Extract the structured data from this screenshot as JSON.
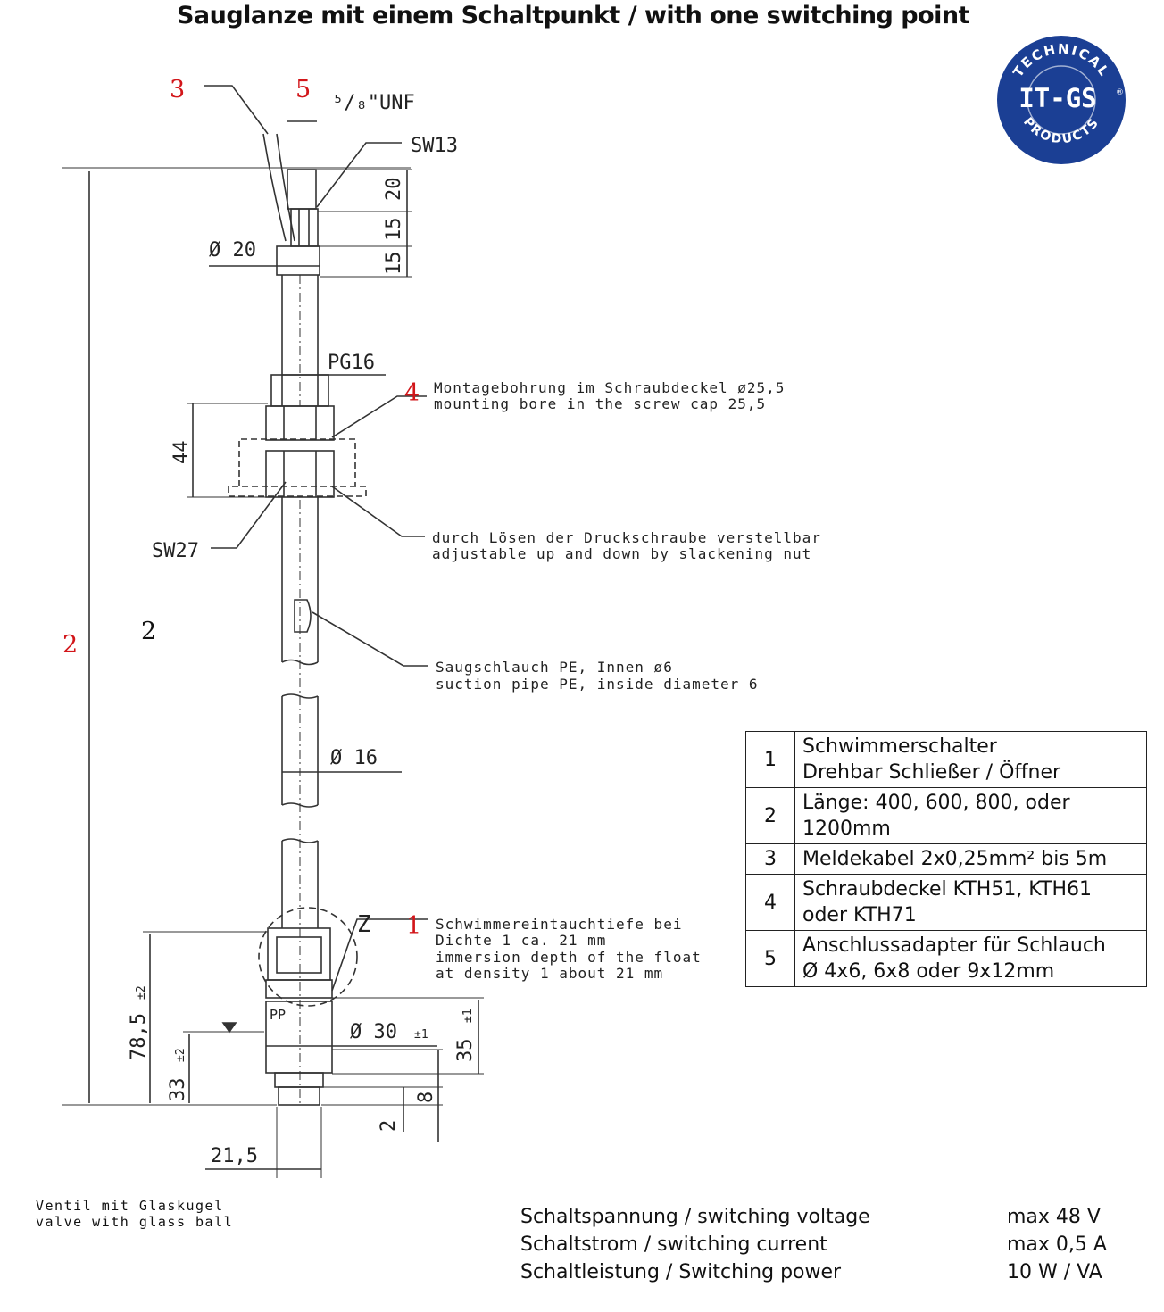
{
  "title": "Sauglanze mit einem Schaltpunkt / with one switching point",
  "logo": {
    "top_text": "TECHNICAL",
    "main_text": "IT-GS",
    "registered": "®",
    "bottom_text": "PRODUCTS",
    "color": "#1b3f94"
  },
  "callouts": {
    "c3": "3",
    "c5": "5",
    "c4": "4",
    "c2_red": "2",
    "c2_black": "2",
    "c1": "1"
  },
  "dimensions": {
    "unf": "⁵/₈\"UNF",
    "sw13": "SW13",
    "d20": "Ø 20",
    "v20": "20",
    "v15a": "15",
    "v15b": "15",
    "pg16": "PG16",
    "h44": "44",
    "sw27": "SW27",
    "d16": "Ø 16",
    "z": "Z",
    "pp": "PP",
    "d30": "Ø 30",
    "tol_d30": "±1",
    "v35": "35",
    "tol_35": "±1",
    "v785": "78,5",
    "tol_785": "±2",
    "v33": "33",
    "tol_33": "±2",
    "v8": "8",
    "v2": "2",
    "w215": "21,5"
  },
  "notes": {
    "montage_de": "Montagebohrung im Schraubdeckel ø25,5",
    "montage_en": "mounting bore in the screw cap 25,5",
    "adjust_de": "durch Lösen der Druckschraube verstellbar",
    "adjust_en": "adjustable up and down by slackening nut",
    "suction_de": "Saugschlauch PE, Innen ø6",
    "suction_en": "suction pipe PE, inside diameter 6",
    "float_l1": "Schwimmereintauchtiefe bei",
    "float_l2": "Dichte 1 ca. 21 mm",
    "float_l3": "immersion depth of the float",
    "float_l4": "at density 1 about 21 mm",
    "ventil_de": "Ventil mit Glaskugel",
    "ventil_en": "valve with glass ball"
  },
  "legend": [
    {
      "num": "1",
      "l1": "Schwimmerschalter",
      "l2": "Drehbar Schließer / Öffner"
    },
    {
      "num": "2",
      "l1": "Länge: 400, 600, 800, oder",
      "l2": "1200mm"
    },
    {
      "num": "3",
      "l1": "Meldekabel 2x0,25mm² bis 5m",
      "l2": ""
    },
    {
      "num": "4",
      "l1": "Schraubdeckel KTH51, KTH61",
      "l2": "oder KTH71"
    },
    {
      "num": "5",
      "l1": "Anschlussadapter für Schlauch",
      "l2": "Ø 4x6, 6x8 oder 9x12mm"
    }
  ],
  "specs": [
    {
      "label": "Schaltspannung / switching voltage",
      "value": "max 48 V"
    },
    {
      "label": "Schaltstrom / switching current",
      "value": "max 0,5 A"
    },
    {
      "label": "Schaltleistung / Switching power",
      "value": "10 W / VA"
    }
  ],
  "colors": {
    "callout_red": "#d2161a",
    "line": "#333333"
  }
}
